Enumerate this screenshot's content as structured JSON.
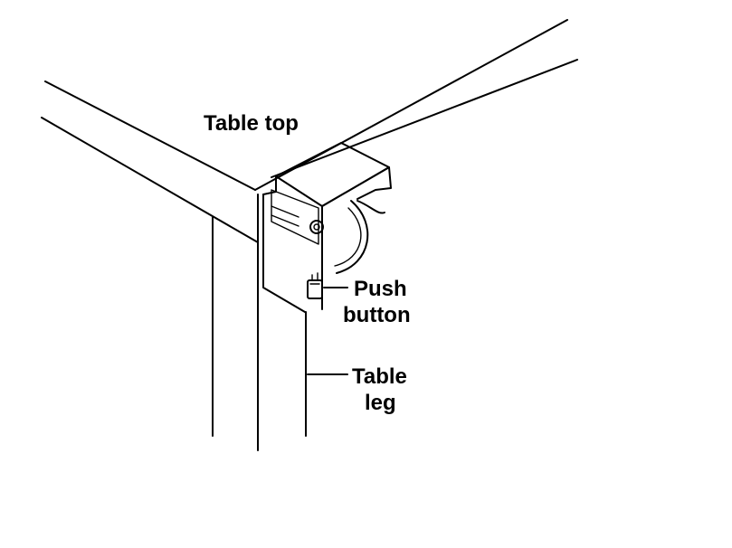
{
  "labels": {
    "table_top": "Table top",
    "push_button_line1": "Push",
    "push_button_line2": "button",
    "table_leg_line1": "Table",
    "table_leg_line2": "leg"
  },
  "colors": {
    "stroke": "#000000",
    "background": "#ffffff"
  }
}
